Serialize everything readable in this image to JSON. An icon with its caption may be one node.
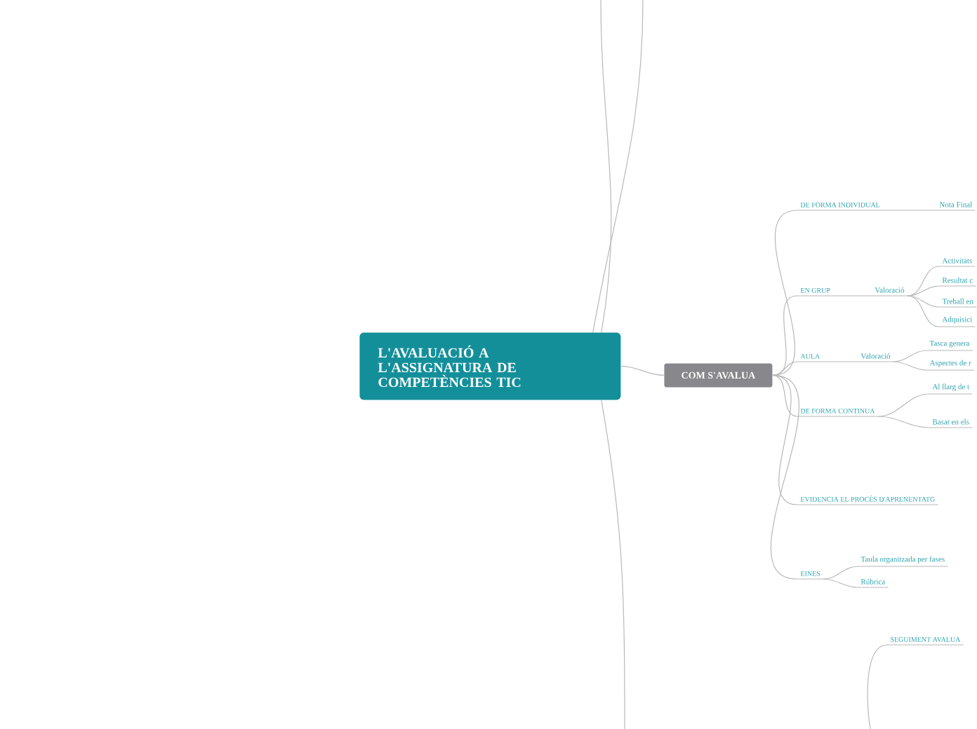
{
  "diagram": {
    "nodes": [
      {
        "text": [
          "L'AVALUACIÓ A L'ASSIGNATURA DE COMPETÈNCIES TIC"
        ]
      },
      {
        "text": [
          "COM S'AVALUA"
        ]
      },
      {
        "text": [
          "DE FORMA INDIVIDUAL"
        ]
      },
      {
        "text": [
          "Nota Final"
        ]
      },
      {
        "text": [
          "EN GRUP"
        ]
      },
      {
        "text": [
          "Valoració"
        ]
      },
      {
        "text": [
          "Activitats"
        ]
      },
      {
        "text": [
          "Resultat c"
        ]
      },
      {
        "text": [
          "Treball en"
        ]
      },
      {
        "text": [
          "Adquisici"
        ]
      },
      {
        "text": [
          "AULA"
        ]
      },
      {
        "text": [
          "Valoració"
        ]
      },
      {
        "text": [
          "Tasca genera"
        ]
      },
      {
        "text": [
          "Aspectes de r"
        ]
      },
      {
        "text": [
          "DE FORMA CONTINUA"
        ]
      },
      {
        "text": [
          "Al llarg de t"
        ]
      },
      {
        "text": [
          "Basat en els"
        ]
      },
      {
        "text": [
          "EVIDENCIA EL PROCÉS D'APRENENTATG"
        ]
      },
      {
        "text": [
          "EINES"
        ]
      },
      {
        "text": [
          "Taula organitzada per fases"
        ]
      },
      {
        "text": [
          "Rúbrica"
        ]
      },
      {
        "text": [
          "SEGUIMENT AVALUA"
        ]
      }
    ],
    "edges": [
      {
        "from": 0,
        "to": 1,
        "arrow": "none"
      },
      {
        "from": 1,
        "to": 2,
        "arrow": "none"
      },
      {
        "from": 2,
        "to": 3,
        "arrow": "none"
      },
      {
        "from": 1,
        "to": 4,
        "arrow": "none"
      },
      {
        "from": 4,
        "to": 5,
        "arrow": "none"
      },
      {
        "from": 5,
        "to": 6,
        "arrow": "none"
      },
      {
        "from": 5,
        "to": 7,
        "arrow": "none"
      },
      {
        "from": 5,
        "to": 8,
        "arrow": "none"
      },
      {
        "from": 5,
        "to": 9,
        "arrow": "none"
      },
      {
        "from": 1,
        "to": 10,
        "arrow": "none"
      },
      {
        "from": 10,
        "to": 11,
        "arrow": "none"
      },
      {
        "from": 11,
        "to": 12,
        "arrow": "none"
      },
      {
        "from": 11,
        "to": 13,
        "arrow": "none"
      },
      {
        "from": 1,
        "to": 14,
        "arrow": "none"
      },
      {
        "from": 14,
        "to": 15,
        "arrow": "none"
      },
      {
        "from": 14,
        "to": 16,
        "arrow": "none"
      },
      {
        "from": 1,
        "to": 17,
        "arrow": "none"
      },
      {
        "from": 1,
        "to": 18,
        "arrow": "none"
      },
      {
        "from": 18,
        "to": 19,
        "arrow": "none"
      },
      {
        "from": 18,
        "to": 20,
        "arrow": "none"
      },
      {
        "from": 0,
        "to": null,
        "arrow": "none"
      },
      {
        "from": 0,
        "to": null,
        "arrow": "none"
      },
      {
        "from": 0,
        "to": null,
        "arrow": "none"
      },
      {
        "from": null,
        "to": 21,
        "arrow": "none"
      }
    ]
  }
}
